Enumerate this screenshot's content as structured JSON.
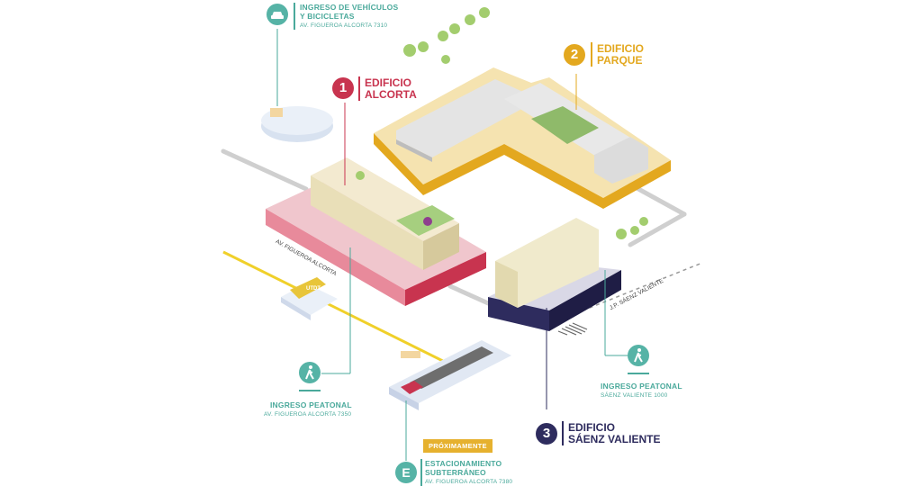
{
  "vehicle_entrance": {
    "title_line1": "INGRESO DE VEHÍCULOS",
    "title_line2": "Y BICICLETAS",
    "address": "AV. FIGUEROA ALCORTA 7310",
    "icon": "car-icon"
  },
  "buildings": [
    {
      "number": "1",
      "name_line1": "EDIFICIO",
      "name_line2": "ALCORTA",
      "color": "#c8344f"
    },
    {
      "number": "2",
      "name_line1": "EDIFICIO",
      "name_line2": "PARQUE",
      "color": "#e3a81f"
    },
    {
      "number": "3",
      "name_line1": "EDIFICIO",
      "name_line2": "SÁENZ VALIENTE",
      "color": "#2e2c5e"
    }
  ],
  "pedestrian_alcorta": {
    "title": "INGRESO PEATONAL",
    "address": "AV. FIGUEROA ALCORTA 7350",
    "icon": "pedestrian-icon"
  },
  "pedestrian_saenz": {
    "title": "INGRESO PEATONAL",
    "address": "SÁENZ VALIENTE 1000",
    "icon": "pedestrian-icon"
  },
  "parking": {
    "badge": "PRÓXIMAMENTE",
    "letter": "E",
    "title_line1": "ESTACIONAMIENTO",
    "title_line2": "SUBTERRÁNEO",
    "address": "AV. FIGUEROA ALCORTA 7380"
  },
  "streets": {
    "alcorta": "AV. FIGUEROA ALCORTA",
    "saenz": "J.P. SÁENZ VALIENTE"
  },
  "bus_label": "UTDT",
  "colors": {
    "teal": "#4aa99b",
    "red": "#c8344f",
    "yellow": "#e3a81f",
    "navy": "#2e2c5e"
  }
}
